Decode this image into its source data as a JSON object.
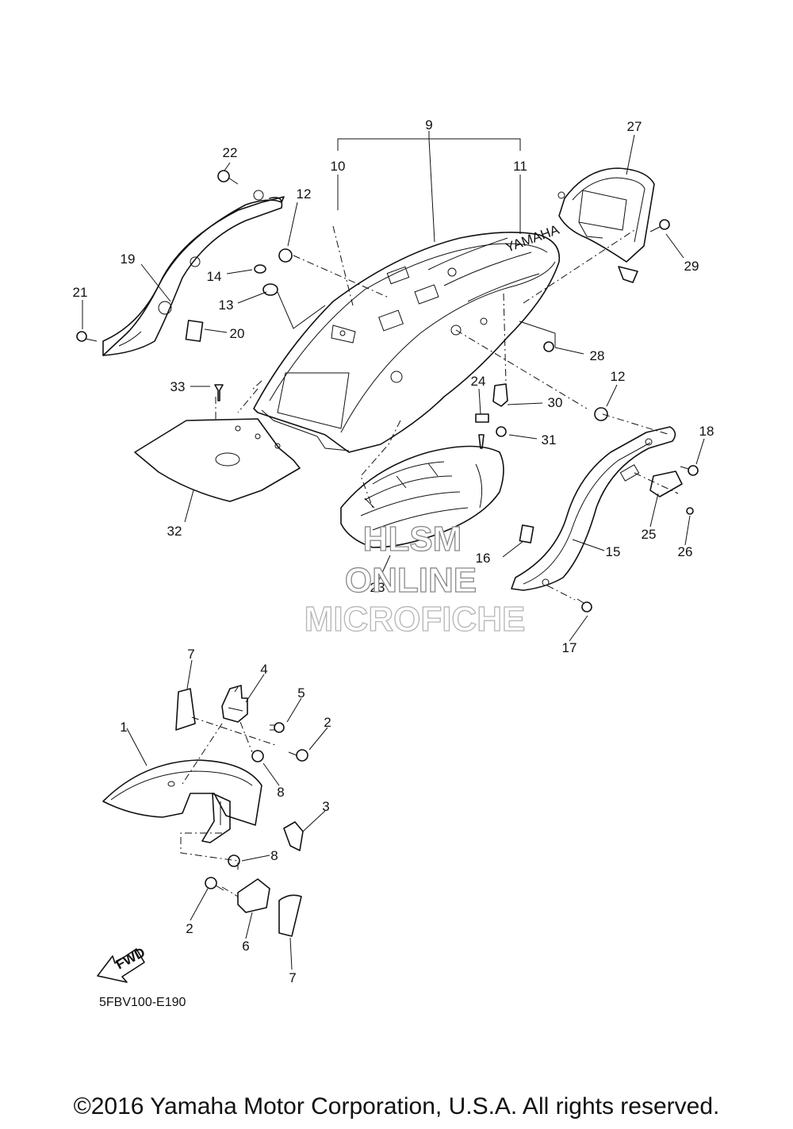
{
  "callouts": [
    "1",
    "2",
    "2",
    "3",
    "4",
    "5",
    "6",
    "7",
    "7",
    "8",
    "8",
    "9",
    "10",
    "11",
    "12",
    "12",
    "13",
    "14",
    "15",
    "16",
    "17",
    "18",
    "19",
    "20",
    "21",
    "22",
    "23",
    "24",
    "25",
    "26",
    "27",
    "28",
    "29",
    "30",
    "31",
    "32",
    "33"
  ],
  "fwd_label": "FWD",
  "decal_text": "YAMAHA",
  "diagram_code": "5FBV100-E190",
  "watermark": [
    "HLSM",
    "ONLINE",
    "MICROFICHE"
  ],
  "copyright": "©2016 Yamaha Motor Corporation, U.S.A. All rights reserved."
}
